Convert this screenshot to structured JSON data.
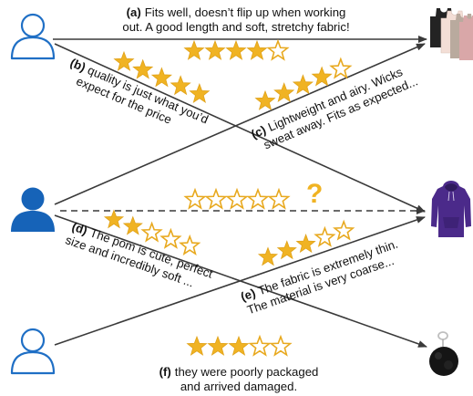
{
  "colors": {
    "user_outline": "#1f6fc5",
    "user_fill": "#1663b8",
    "star": "#f0b323",
    "line": "#3a3a3a"
  },
  "users": [
    {
      "id": "user-1",
      "style": "outline"
    },
    {
      "id": "user-2",
      "style": "filled"
    },
    {
      "id": "user-3",
      "style": "outline"
    }
  ],
  "items": [
    {
      "id": "tank-tops",
      "icon": "tank-tops-icon"
    },
    {
      "id": "hoodie",
      "icon": "purple-hoodie-icon"
    },
    {
      "id": "pom-keychain",
      "icon": "pom-pom-keychain-icon"
    }
  ],
  "reviews": {
    "a": {
      "tag": "(a)",
      "lines": [
        "Fits well, doesn’t flip up when working",
        "out. A good length and soft, stretchy fabric!"
      ],
      "rating": 4
    },
    "b": {
      "tag": "(b)",
      "lines": [
        "quality is just what you’d",
        "expect for the price"
      ],
      "rating": 5
    },
    "c": {
      "tag": "(c)",
      "lines": [
        "Lightweight and airy. Wicks",
        "sweat away. Fits as expected..."
      ],
      "rating": 4
    },
    "d": {
      "tag": "(d)",
      "lines": [
        "The pom is cute, perfect",
        "size and incredibly soft ..."
      ],
      "rating": 2
    },
    "e": {
      "tag": "(e)",
      "lines": [
        "The fabric is extremely thin.",
        "The material is very coarse..."
      ],
      "rating": 3
    },
    "f": {
      "tag": "(f)",
      "lines": [
        "they were poorly packaged",
        "and arrived damaged."
      ],
      "rating": 3
    },
    "unknown": {
      "rating": 0,
      "symbol": "?"
    }
  }
}
